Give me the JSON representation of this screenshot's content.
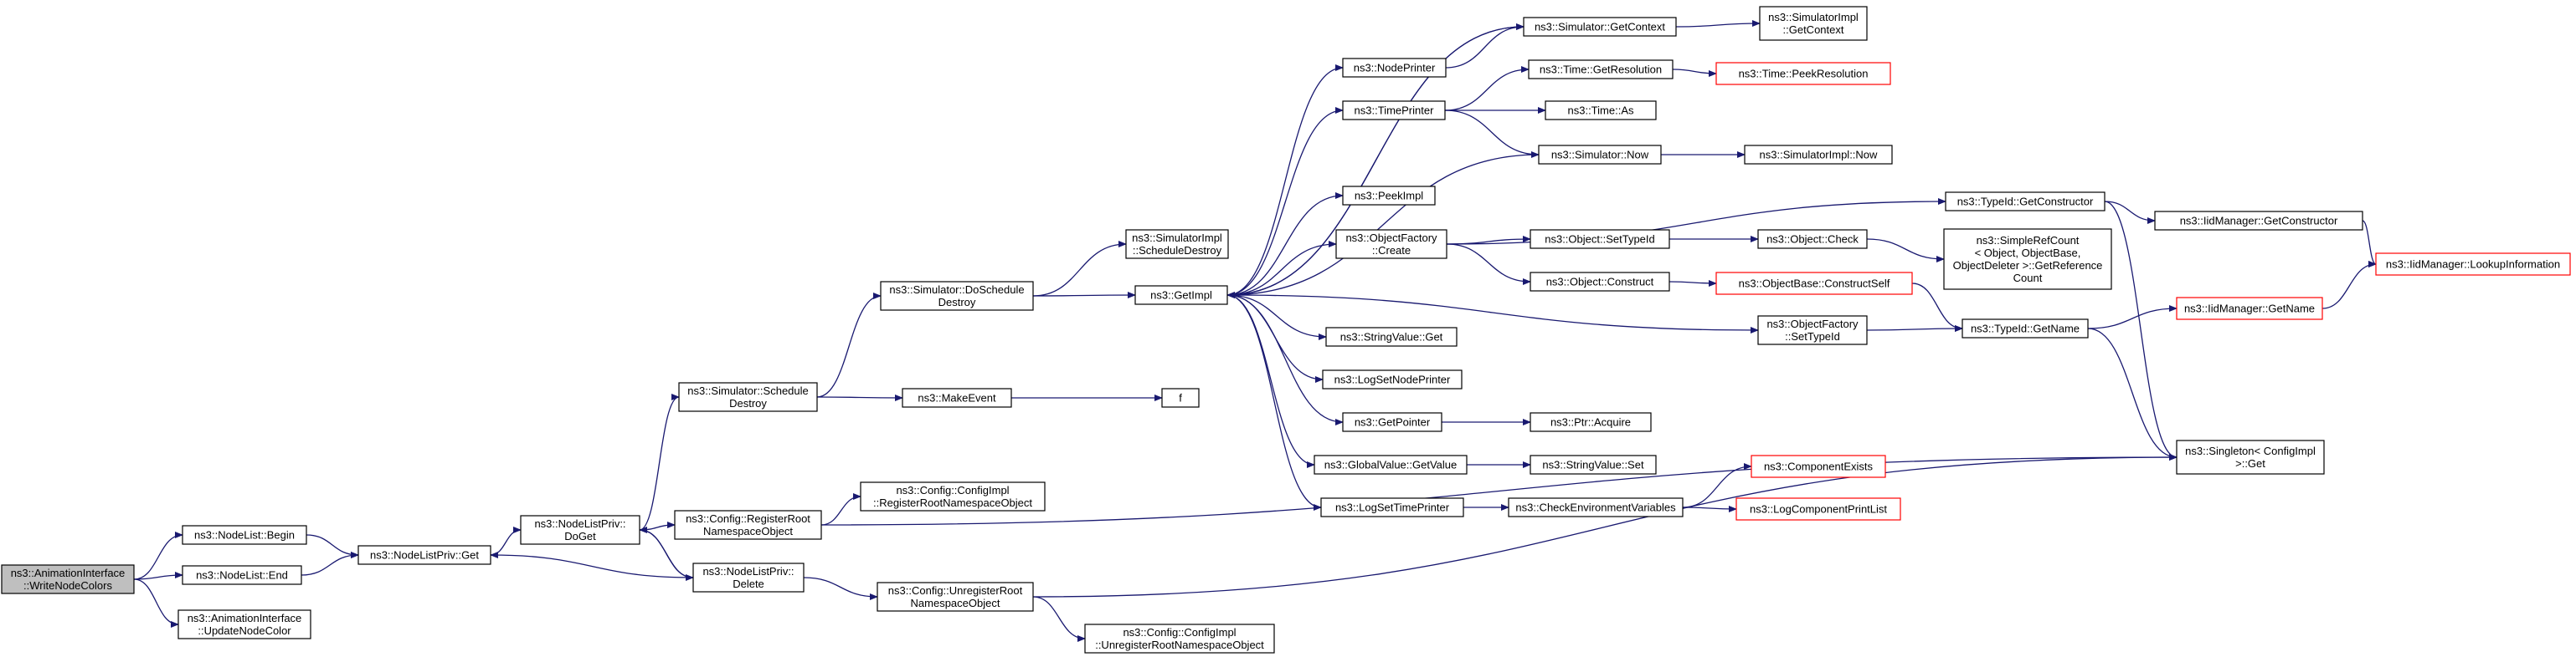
{
  "colors": {
    "edge": "#191970",
    "node_border": "#000000",
    "node_fill": "#ffffff",
    "root_fill": "#bfbfbf",
    "external_border": "#ff0000"
  },
  "nodes": [
    {
      "id": "writenodecolors",
      "lines": [
        "ns3::AnimationInterface",
        "::WriteNodeColors"
      ],
      "kind": "root"
    },
    {
      "id": "nodelist-begin",
      "lines": [
        "ns3::NodeList::Begin"
      ],
      "kind": "normal"
    },
    {
      "id": "nodelist-end",
      "lines": [
        "ns3::NodeList::End"
      ],
      "kind": "normal"
    },
    {
      "id": "updatenodecolor",
      "lines": [
        "ns3::AnimationInterface",
        "::UpdateNodeColor"
      ],
      "kind": "normal"
    },
    {
      "id": "nodelistpriv-get",
      "lines": [
        "ns3::NodeListPriv::Get"
      ],
      "kind": "normal"
    },
    {
      "id": "nodelistpriv-doget",
      "lines": [
        "ns3::NodeListPriv::",
        "DoGet"
      ],
      "kind": "normal"
    },
    {
      "id": "simulator-scheduledestroy",
      "lines": [
        "ns3::Simulator::Schedule",
        "Destroy"
      ],
      "kind": "normal"
    },
    {
      "id": "config-registerroot",
      "lines": [
        "ns3::Config::RegisterRoot",
        "NamespaceObject"
      ],
      "kind": "normal"
    },
    {
      "id": "nodelistpriv-delete",
      "lines": [
        "ns3::NodeListPriv::",
        "Delete"
      ],
      "kind": "normal"
    },
    {
      "id": "simulator-doschedule",
      "lines": [
        "ns3::Simulator::DoSchedule",
        "Destroy"
      ],
      "kind": "normal"
    },
    {
      "id": "makeevent",
      "lines": [
        "ns3::MakeEvent"
      ],
      "kind": "normal"
    },
    {
      "id": "configimpl-register",
      "lines": [
        "ns3::Config::ConfigImpl",
        "::RegisterRootNamespaceObject"
      ],
      "kind": "normal"
    },
    {
      "id": "config-unregisterroot",
      "lines": [
        "ns3::Config::UnregisterRoot",
        "NamespaceObject"
      ],
      "kind": "normal"
    },
    {
      "id": "configimpl-unregister",
      "lines": [
        "ns3::Config::ConfigImpl",
        "::UnregisterRootNamespaceObject"
      ],
      "kind": "normal"
    },
    {
      "id": "simulatorimpl-scheduledestroy",
      "lines": [
        "ns3::SimulatorImpl",
        "::ScheduleDestroy"
      ],
      "kind": "normal"
    },
    {
      "id": "getimpl",
      "lines": [
        "ns3::GetImpl"
      ],
      "kind": "normal"
    },
    {
      "id": "f",
      "lines": [
        "f"
      ],
      "kind": "normal"
    },
    {
      "id": "nodeprinter",
      "lines": [
        "ns3::NodePrinter"
      ],
      "kind": "normal"
    },
    {
      "id": "timeprinter",
      "lines": [
        "ns3::TimePrinter"
      ],
      "kind": "normal"
    },
    {
      "id": "peekimpl",
      "lines": [
        "ns3::PeekImpl"
      ],
      "kind": "normal"
    },
    {
      "id": "objectfactory-create",
      "lines": [
        "ns3::ObjectFactory",
        "::Create"
      ],
      "kind": "normal"
    },
    {
      "id": "stringvalue-get",
      "lines": [
        "ns3::StringValue::Get"
      ],
      "kind": "normal"
    },
    {
      "id": "logsetnodeprinter",
      "lines": [
        "ns3::LogSetNodePrinter"
      ],
      "kind": "normal"
    },
    {
      "id": "getpointer",
      "lines": [
        "ns3::GetPointer"
      ],
      "kind": "normal"
    },
    {
      "id": "globalvalue-getvalue",
      "lines": [
        "ns3::GlobalValue::GetValue"
      ],
      "kind": "normal"
    },
    {
      "id": "logsettimeprinter",
      "lines": [
        "ns3::LogSetTimePrinter"
      ],
      "kind": "normal"
    },
    {
      "id": "simulator-getcontext",
      "lines": [
        "ns3::Simulator::GetContext"
      ],
      "kind": "normal"
    },
    {
      "id": "time-getresolution",
      "lines": [
        "ns3::Time::GetResolution"
      ],
      "kind": "normal"
    },
    {
      "id": "time-as",
      "lines": [
        "ns3::Time::As"
      ],
      "kind": "normal"
    },
    {
      "id": "simulator-now",
      "lines": [
        "ns3::Simulator::Now"
      ],
      "kind": "normal"
    },
    {
      "id": "object-settypeid",
      "lines": [
        "ns3::Object::SetTypeId"
      ],
      "kind": "normal"
    },
    {
      "id": "object-construct",
      "lines": [
        "ns3::Object::Construct"
      ],
      "kind": "normal"
    },
    {
      "id": "objectfactory-settypeid",
      "lines": [
        "ns3::ObjectFactory",
        "::SetTypeId"
      ],
      "kind": "normal"
    },
    {
      "id": "ptr-acquire",
      "lines": [
        "ns3::Ptr::Acquire"
      ],
      "kind": "normal"
    },
    {
      "id": "stringvalue-set",
      "lines": [
        "ns3::StringValue::Set"
      ],
      "kind": "normal"
    },
    {
      "id": "checkenvvars",
      "lines": [
        "ns3::CheckEnvironmentVariables"
      ],
      "kind": "normal"
    },
    {
      "id": "simulatorimpl-getcontext",
      "lines": [
        "ns3::SimulatorImpl",
        "::GetContext"
      ],
      "kind": "normal"
    },
    {
      "id": "time-peekresolution",
      "lines": [
        "ns3::Time::PeekResolution"
      ],
      "kind": "external"
    },
    {
      "id": "simulatorimpl-now",
      "lines": [
        "ns3::SimulatorImpl::Now"
      ],
      "kind": "normal"
    },
    {
      "id": "typeid-getconstructor",
      "lines": [
        "ns3::TypeId::GetConstructor"
      ],
      "kind": "normal"
    },
    {
      "id": "object-check",
      "lines": [
        "ns3::Object::Check"
      ],
      "kind": "normal"
    },
    {
      "id": "objectbase-constructself",
      "lines": [
        "ns3::ObjectBase::ConstructSelf"
      ],
      "kind": "external"
    },
    {
      "id": "typeid-getname",
      "lines": [
        "ns3::TypeId::GetName"
      ],
      "kind": "normal"
    },
    {
      "id": "componentexists",
      "lines": [
        "ns3::ComponentExists"
      ],
      "kind": "external"
    },
    {
      "id": "logcomponentprintlist",
      "lines": [
        "ns3::LogComponentPrintList"
      ],
      "kind": "external"
    },
    {
      "id": "simplerefcount",
      "lines": [
        "ns3::SimpleRefCount",
        "< Object, ObjectBase,",
        "ObjectDeleter >::GetReference",
        "Count"
      ],
      "kind": "normal"
    },
    {
      "id": "iidmanager-getconstructor",
      "lines": [
        "ns3::IidManager::GetConstructor"
      ],
      "kind": "normal"
    },
    {
      "id": "iidmanager-getname",
      "lines": [
        "ns3::IidManager::GetName"
      ],
      "kind": "external"
    },
    {
      "id": "singleton-get",
      "lines": [
        "ns3::Singleton< ConfigImpl",
        " >::Get"
      ],
      "kind": "normal"
    },
    {
      "id": "iidmanager-lookupinformation",
      "lines": [
        "ns3::IidManager::LookupInformation"
      ],
      "kind": "external"
    }
  ],
  "edges": [
    [
      "writenodecolors",
      "nodelist-begin"
    ],
    [
      "writenodecolors",
      "nodelist-end"
    ],
    [
      "writenodecolors",
      "updatenodecolor"
    ],
    [
      "nodelist-begin",
      "nodelistpriv-get"
    ],
    [
      "nodelist-end",
      "nodelistpriv-get"
    ],
    [
      "nodelistpriv-get",
      "nodelistpriv-doget"
    ],
    [
      "nodelistpriv-doget",
      "simulator-scheduledestroy"
    ],
    [
      "nodelistpriv-doget",
      "config-registerroot"
    ],
    [
      "nodelistpriv-doget",
      "nodelistpriv-delete"
    ],
    [
      "nodelistpriv-delete",
      "nodelistpriv-get"
    ],
    [
      "nodelistpriv-delete",
      "nodelistpriv-doget"
    ],
    [
      "nodelistpriv-delete",
      "config-unregisterroot"
    ],
    [
      "simulator-scheduledestroy",
      "simulator-doschedule"
    ],
    [
      "simulator-scheduledestroy",
      "makeevent"
    ],
    [
      "makeevent",
      "f"
    ],
    [
      "config-registerroot",
      "configimpl-register"
    ],
    [
      "config-registerroot",
      "singleton-get"
    ],
    [
      "config-unregisterroot",
      "configimpl-unregister"
    ],
    [
      "config-unregisterroot",
      "singleton-get"
    ],
    [
      "simulator-doschedule",
      "simulatorimpl-scheduledestroy"
    ],
    [
      "simulator-doschedule",
      "getimpl"
    ],
    [
      "getimpl",
      "nodeprinter"
    ],
    [
      "getimpl",
      "timeprinter"
    ],
    [
      "getimpl",
      "peekimpl"
    ],
    [
      "getimpl",
      "objectfactory-create"
    ],
    [
      "getimpl",
      "stringvalue-get"
    ],
    [
      "getimpl",
      "logsetnodeprinter"
    ],
    [
      "getimpl",
      "getpointer"
    ],
    [
      "getimpl",
      "globalvalue-getvalue"
    ],
    [
      "getimpl",
      "logsettimeprinter"
    ],
    [
      "getimpl",
      "objectfactory-settypeid"
    ],
    [
      "getimpl",
      "simulator-getcontext"
    ],
    [
      "nodeprinter",
      "simulator-getcontext"
    ],
    [
      "timeprinter",
      "time-getresolution"
    ],
    [
      "timeprinter",
      "time-as"
    ],
    [
      "timeprinter",
      "simulator-now"
    ],
    [
      "simulator-now",
      "getimpl"
    ],
    [
      "simulator-now",
      "simulatorimpl-now"
    ],
    [
      "simulator-getcontext",
      "getimpl"
    ],
    [
      "simulator-getcontext",
      "simulatorimpl-getcontext"
    ],
    [
      "time-getresolution",
      "time-peekresolution"
    ],
    [
      "objectfactory-create",
      "object-settypeid"
    ],
    [
      "objectfactory-create",
      "object-construct"
    ],
    [
      "objectfactory-create",
      "typeid-getconstructor"
    ],
    [
      "object-settypeid",
      "object-check"
    ],
    [
      "object-check",
      "simplerefcount"
    ],
    [
      "object-construct",
      "objectbase-constructself"
    ],
    [
      "objectbase-constructself",
      "typeid-getname"
    ],
    [
      "objectfactory-settypeid",
      "typeid-getname"
    ],
    [
      "typeid-getconstructor",
      "iidmanager-getconstructor"
    ],
    [
      "typeid-getconstructor",
      "singleton-get"
    ],
    [
      "iidmanager-getconstructor",
      "iidmanager-lookupinformation"
    ],
    [
      "typeid-getname",
      "iidmanager-getname"
    ],
    [
      "typeid-getname",
      "singleton-get"
    ],
    [
      "iidmanager-getname",
      "iidmanager-lookupinformation"
    ],
    [
      "getpointer",
      "ptr-acquire"
    ],
    [
      "globalvalue-getvalue",
      "stringvalue-set"
    ],
    [
      "logsettimeprinter",
      "checkenvvars"
    ],
    [
      "checkenvvars",
      "componentexists"
    ],
    [
      "checkenvvars",
      "logcomponentprintlist"
    ]
  ]
}
